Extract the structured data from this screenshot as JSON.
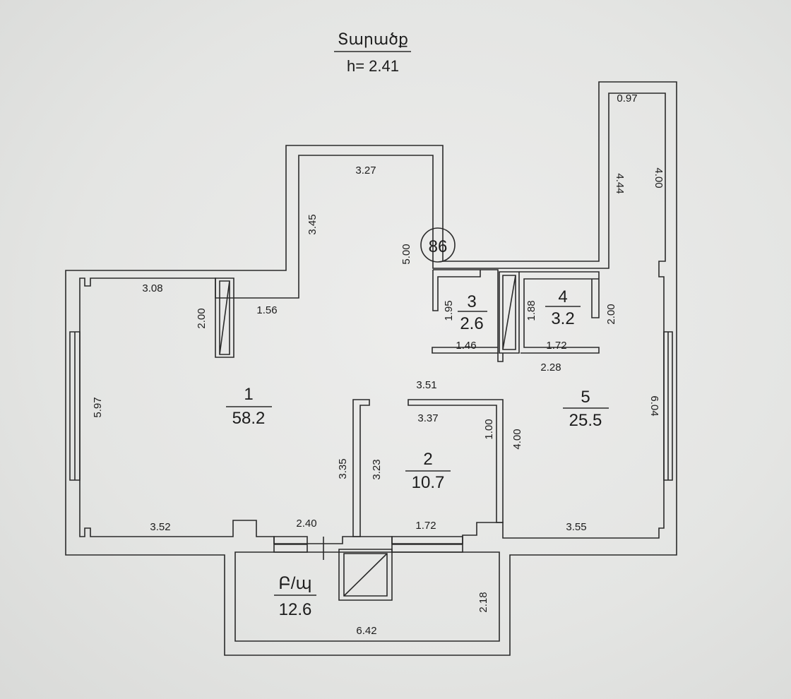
{
  "header": {
    "title": "Տարածք",
    "height_label": "h= 2.41"
  },
  "apartment_number": "86",
  "rooms": [
    {
      "id": "1",
      "area": "58.2"
    },
    {
      "id": "2",
      "area": "10.7"
    },
    {
      "id": "3",
      "area": "2.6"
    },
    {
      "id": "4",
      "area": "3.2"
    },
    {
      "id": "5",
      "area": "25.5"
    },
    {
      "id": "Բ/պ",
      "area": "12.6"
    }
  ],
  "dimensions": {
    "d_097": "0.97",
    "d_327": "3.27",
    "d_444": "4.44",
    "d_400a": "4.00",
    "d_345": "3.45",
    "d_500": "5.00",
    "d_308": "3.08",
    "d_200a": "2.00",
    "d_156": "1.56",
    "d_195": "1.95",
    "d_188": "1.88",
    "d_200b": "2.00",
    "d_146": "1.46",
    "d_172a": "1.72",
    "d_228": "2.28",
    "d_351": "3.51",
    "d_597": "5.97",
    "d_337": "3.37",
    "d_100": "1.00",
    "d_400b": "4.00",
    "d_604": "6.04",
    "d_335": "3.35",
    "d_323": "3.23",
    "d_352": "3.52",
    "d_240": "2.40",
    "d_172b": "1.72",
    "d_355": "3.55",
    "d_218": "2.18",
    "d_642": "6.42"
  }
}
